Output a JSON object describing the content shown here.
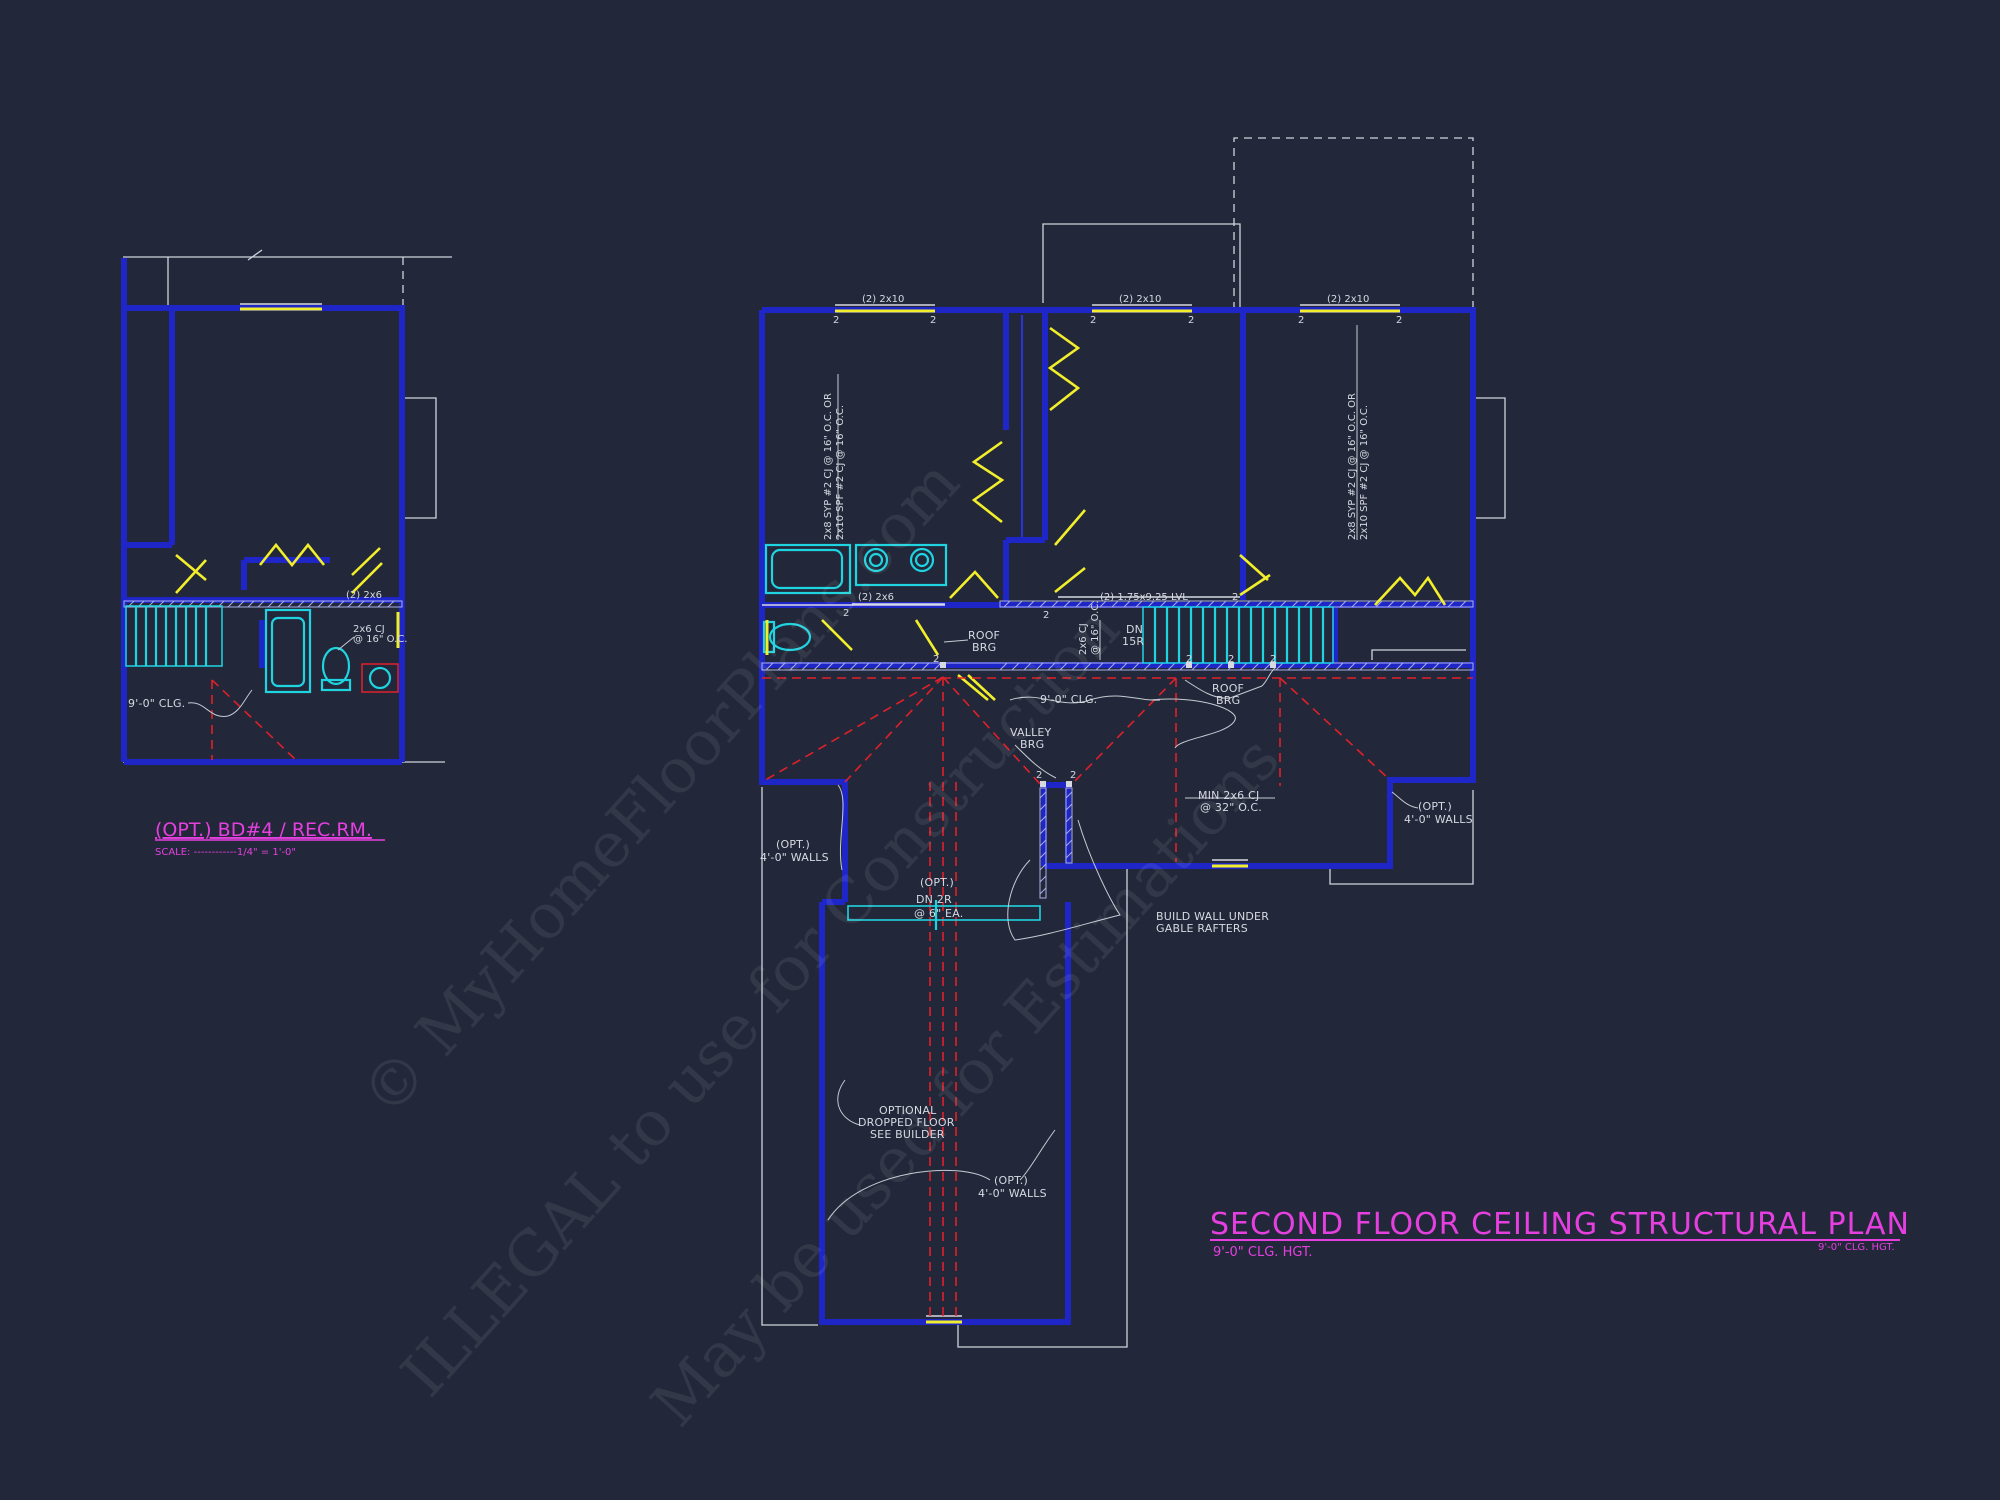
{
  "main_plan": {
    "title": "SECOND FLOOR CEILING STRUCTURAL PLAN",
    "subtitle_left": "9'-0\" CLG. HGT.",
    "subtitle_right": "9'-0\" CLG. HGT."
  },
  "detail": {
    "title": "(OPT.) BD#4 / REC.RM.",
    "scale": "SCALE: ------------1/4\" = 1'-0\"",
    "labels": {
      "clg": "9'-0\" CLG.",
      "beam": "(2) 2x6",
      "cj1": "2x6 CJ",
      "cj2": "@ 16\" O.C."
    }
  },
  "labels": {
    "beam_2x10": "(2) 2x10",
    "beam_2x6": "(2) 2x6",
    "beam_lvl": "(2) 1.75x9.25 LVL",
    "post_2": "2",
    "cj_left_1": "2x8 SYP #2 CJ @ 16\" O.C. OR",
    "cj_left_2": "2x10 SPF #2 CJ @ 16\" O.C.",
    "cj_right_1": "2x8 SYP #2 CJ @ 16\" O.C. OR",
    "cj_right_2": "2x10 SPF #2 CJ @ 16\" O.C.",
    "cj_vert_1": "2x6 CJ",
    "cj_vert_2": "@ 16\" O.C.",
    "dn_1": "DN",
    "dn_2": "15R",
    "roof_brg_1": "ROOF",
    "roof_brg_2": "BRG",
    "clg_main": "9'-0\" CLG.",
    "valley_1": "VALLEY",
    "valley_2": "BRG",
    "min_cj_1": "MIN 2x6 CJ",
    "min_cj_2": "@ 32\" O.C.",
    "opt_walls_right_1": "(OPT.)",
    "opt_walls_right_2": "4'-0\" WALLS",
    "opt_walls_left_1": "(OPT.)",
    "opt_walls_left_2": "4'-0\" WALLS",
    "opt_dn_1": "(OPT.)",
    "opt_dn_2": "DN 2R",
    "opt_dn_3": "@ 6\" EA.",
    "gable_1": "BUILD WALL UNDER",
    "gable_2": "GABLE RAFTERS",
    "dropped_1": "OPTIONAL",
    "dropped_2": "DROPPED FLOOR",
    "dropped_3": "SEE BUILDER",
    "opt_walls_bot_1": "(OPT.)",
    "opt_walls_bot_2": "4'-0\" WALLS"
  },
  "watermark": {
    "line1": "© MyHomeFloorPlans.com",
    "line2": "ILLEGAL to use for Construction",
    "line3": "May be used for Estimations"
  },
  "colors": {
    "background": "#222839",
    "wall": "#1f26c8",
    "door": "#f2ee2c",
    "fixture": "#1fd4e0",
    "ridge": "#e0202a",
    "title": "#e63fe0"
  }
}
